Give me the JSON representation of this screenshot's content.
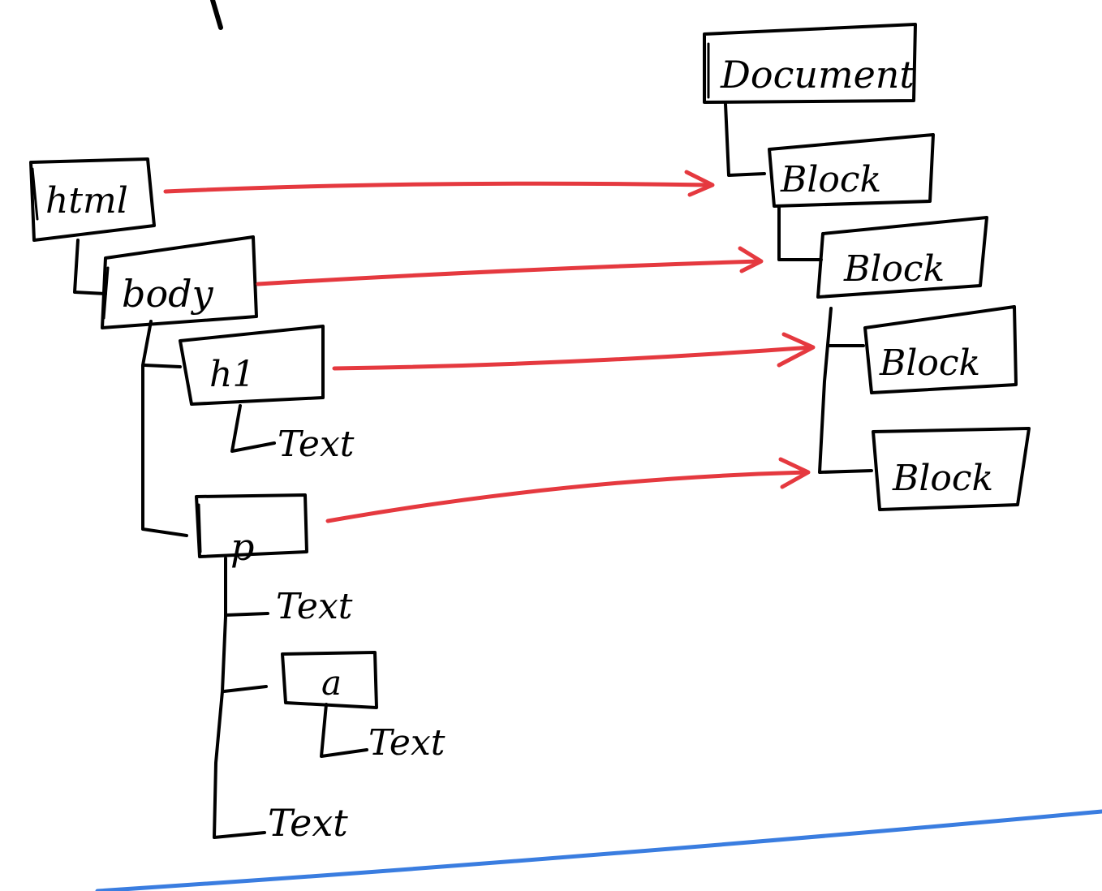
{
  "colors": {
    "ink": "#000000",
    "arrow": "#e5393f",
    "pen_line": "#3a7de0",
    "background": "#ffffff"
  },
  "dom_tree": {
    "html": "html",
    "body": "body",
    "h1": "h1",
    "h1_text": "Text",
    "p": "p",
    "p_text_1": "Text",
    "a": "a",
    "a_text": "Text",
    "p_text_2": "Text"
  },
  "layout_tree": {
    "document": "Document",
    "block_html": "Block",
    "block_body": "Block",
    "block_h1": "Block",
    "block_p": "Block"
  }
}
